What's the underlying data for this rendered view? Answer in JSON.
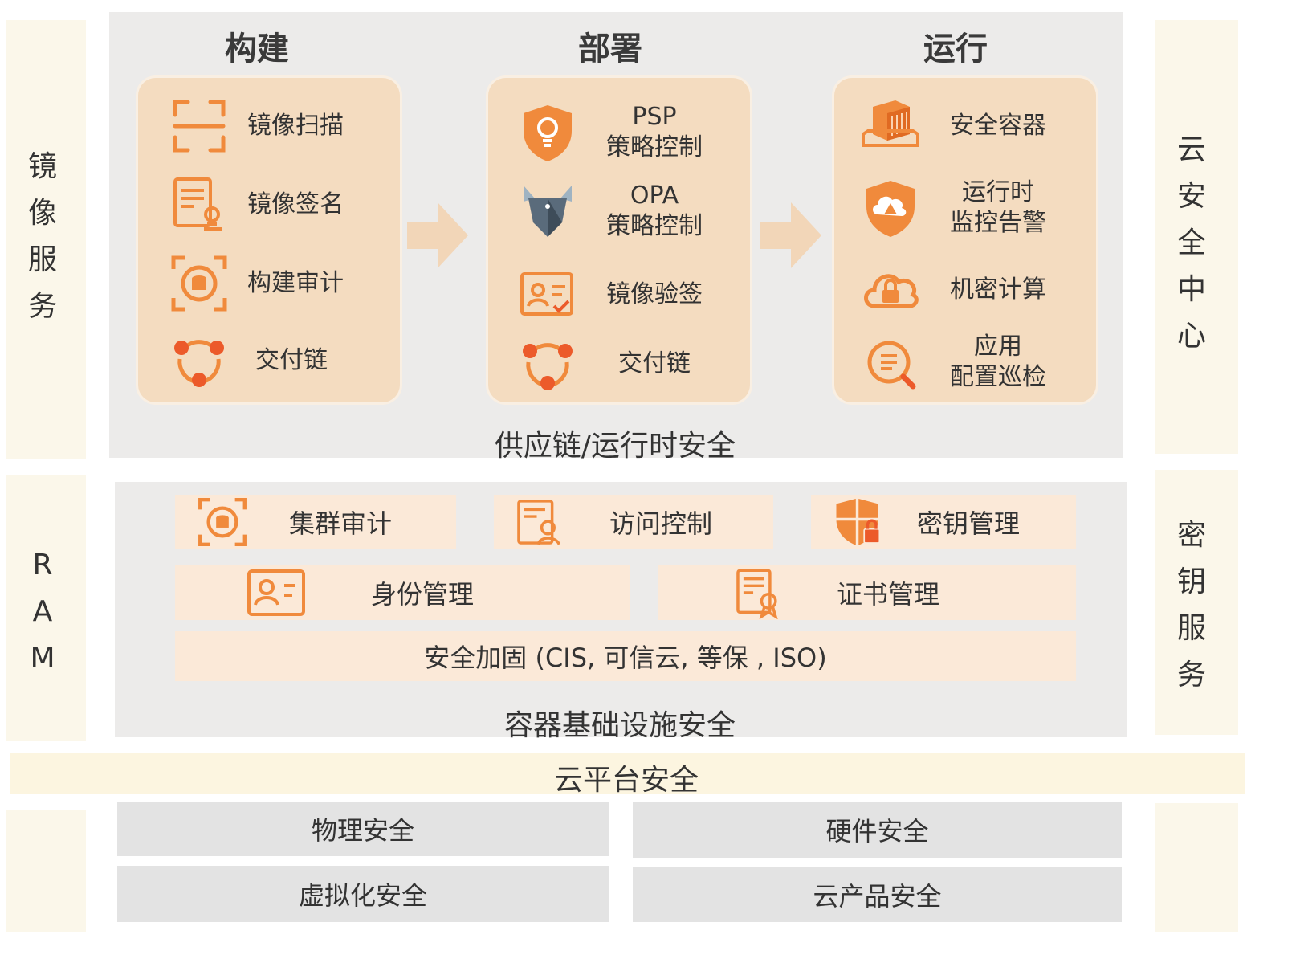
{
  "left": {
    "image_service": [
      "镜",
      "像",
      "服",
      "务"
    ],
    "ram": [
      "R",
      "A",
      "M"
    ]
  },
  "right": {
    "security_center": [
      "云",
      "安",
      "全",
      "中",
      "心"
    ],
    "key_service": [
      "密",
      "钥",
      "服",
      "务"
    ]
  },
  "supply_chain": {
    "caption": "供应链/运行时安全",
    "stages": [
      {
        "title": "构建",
        "items": [
          {
            "label": "镜像扫描",
            "icon": "scan-icon"
          },
          {
            "label": "镜像签名",
            "icon": "sign-icon"
          },
          {
            "label": "构建审计",
            "icon": "audit-icon"
          },
          {
            "label": "交付链",
            "icon": "chain-icon"
          }
        ]
      },
      {
        "title": "部署",
        "items": [
          {
            "label": "PSP\n策略控制",
            "icon": "shield-bulb-icon"
          },
          {
            "label": "OPA\n策略控制",
            "icon": "opa-icon"
          },
          {
            "label": "镜像验签",
            "icon": "verify-icon"
          },
          {
            "label": "交付链",
            "icon": "chain-icon"
          }
        ]
      },
      {
        "title": "运行",
        "items": [
          {
            "label": "安全容器",
            "icon": "container-icon"
          },
          {
            "label": "运行时\n监控告警",
            "icon": "alert-shield-icon"
          },
          {
            "label": "机密计算",
            "icon": "cloud-lock-icon"
          },
          {
            "label": "应用\n配置巡检",
            "icon": "inspect-icon"
          }
        ]
      }
    ]
  },
  "infra": {
    "caption": "容器基础设施安全",
    "row1": [
      {
        "label": "集群审计",
        "icon": "audit-icon"
      },
      {
        "label": "访问控制",
        "icon": "access-icon"
      },
      {
        "label": "密钥管理",
        "icon": "key-shield-icon"
      }
    ],
    "row2": [
      {
        "label": "身份管理",
        "icon": "id-card-icon"
      },
      {
        "label": "证书管理",
        "icon": "certificate-icon"
      }
    ],
    "hardening": "安全加固 (CIS, 可信云, 等保 , ISO)"
  },
  "cloud_platform": {
    "title": "云平台安全",
    "items": [
      "物理安全",
      "硬件安全",
      "虚拟化安全",
      "云产品安全"
    ]
  },
  "colors": {
    "accent": "#f08a3c",
    "card": "#f4dcc0",
    "panel": "#ecebea",
    "bar": "#fbe9d8",
    "side": "#fbf7ea"
  }
}
